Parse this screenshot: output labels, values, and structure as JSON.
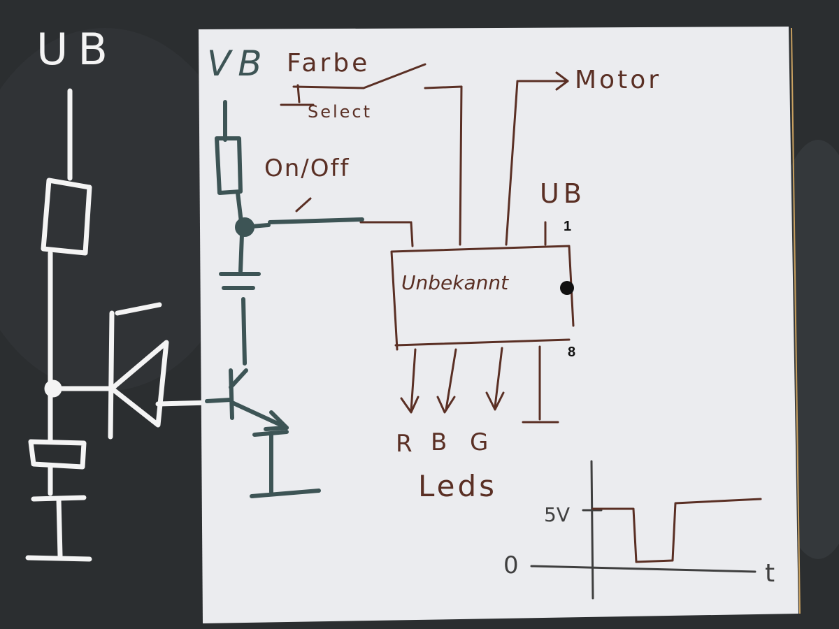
{
  "left_sketch": {
    "supply_label": "UB"
  },
  "paper": {
    "supply_label_top": "VB",
    "color_label": "Farbe",
    "select_label": "Select",
    "switch_label": "On/Off",
    "motor_label": "Motor",
    "ic_supply_label": "UB",
    "ic_label": "Unbekannt",
    "pin1_label": "1",
    "pin8_label": "8",
    "led_r": "R",
    "led_b": "B",
    "led_g": "G",
    "leds_label": "Leds"
  },
  "waveform": {
    "high_label": "5V",
    "zero_label": "0",
    "time_label": "t"
  },
  "colors": {
    "background": "#2b2e30",
    "paper": "#ebecef",
    "ink_brown": "#5a2f24",
    "ink_teal": "#3d5455",
    "chalk": "#f4f4f4"
  }
}
